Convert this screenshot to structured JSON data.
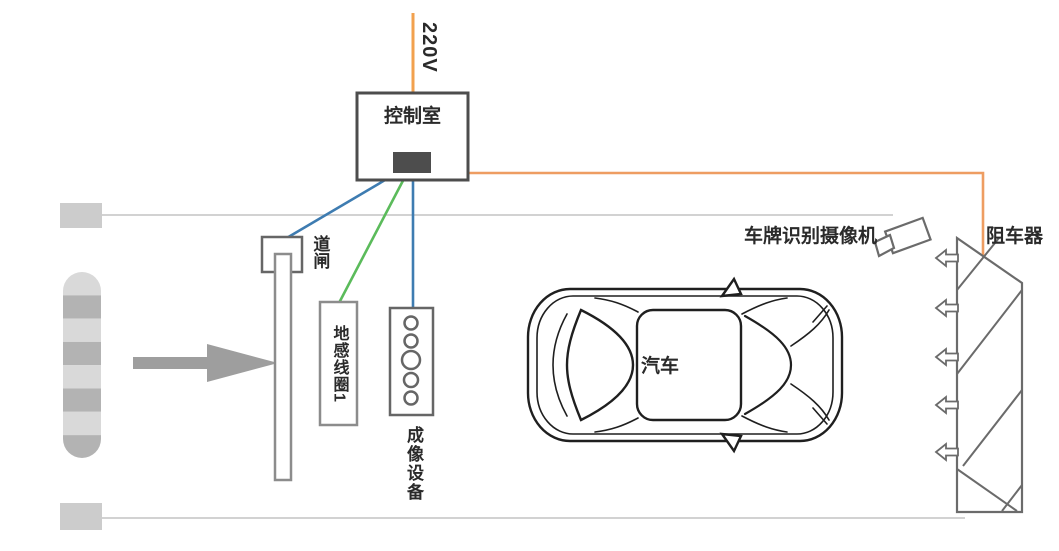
{
  "scene": {
    "power_label": "220V",
    "nodes": {
      "control_room": {
        "label": "控制室"
      },
      "barrier_gate": {
        "label": "道闸"
      },
      "ground_coil": {
        "label": "地感线圈1"
      },
      "imaging_device": {
        "label": "成像设备"
      },
      "car": {
        "label": "汽车"
      },
      "plate_camera": {
        "label": "车牌识别摄像机"
      },
      "vehicle_blocker": {
        "label": "阻车器"
      }
    },
    "connections": [
      {
        "from": "220V",
        "to": "control_room",
        "color_name": "orange"
      },
      {
        "from": "control_room",
        "to": "barrier_gate",
        "color_name": "blue"
      },
      {
        "from": "control_room",
        "to": "ground_coil",
        "color_name": "green"
      },
      {
        "from": "control_room",
        "to": "imaging_device",
        "color_name": "blue"
      },
      {
        "from": "control_room",
        "to": "vehicle_blocker",
        "color_name": "orange"
      }
    ],
    "colors": {
      "power_line": "#F2A14E",
      "signal_orange": "#EE9D62",
      "signal_blue": "#3E7CB1",
      "signal_green": "#5BBB5B",
      "outline_dark": "#4D4D4D",
      "outline_gray": "#8C8C8C",
      "road_line": "#C3C3C3",
      "ground_gray": "#CCCCCC",
      "stripe_light": "#D9D9D9",
      "stripe_dark": "#B3B3B3",
      "arrow_gray": "#9E9E9E"
    }
  }
}
